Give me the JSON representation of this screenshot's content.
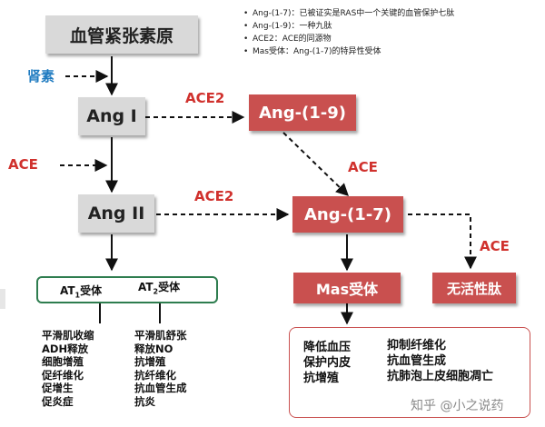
{
  "legend": [
    "Ang-(1-7)：已被证实是RAS中一个关键的血管保护七肽",
    "Ang-(1-9)：一种九肽",
    "ACE2：ACE的同源物",
    "Mas受体：Ang-(1-7)的特异性受体"
  ],
  "nodes": {
    "precursor": "血管紧张素原",
    "ang1": "Ang I",
    "ang2": "Ang II",
    "ang19": "Ang-(1-9)",
    "ang17": "Ang-(1-7)",
    "mas": "Mas受体",
    "inactive": "无活性肽"
  },
  "labels": {
    "renin": "肾素",
    "ace_left": "ACE",
    "ace2_top": "ACE2",
    "ace2_mid": "ACE2",
    "ace_mid": "ACE",
    "ace_right": "ACE"
  },
  "receptors": {
    "at1": "AT",
    "at1_sub": "1",
    "at1_suffix": "受体",
    "at2": "AT",
    "at2_sub": "2",
    "at2_suffix": "受体"
  },
  "at1_effects": [
    "平滑肌收缩",
    "ADH释放",
    "细胞增殖",
    "促纤维化",
    "促增生",
    "促炎症"
  ],
  "at2_effects": [
    "平滑肌舒张",
    "释放NO",
    "抗增殖",
    "抗纤维化",
    "抗血管生成",
    "抗炎"
  ],
  "mas_effects_left": [
    "降低血压",
    "保护内皮",
    "抗增殖"
  ],
  "mas_effects_right": [
    "抑制纤维化",
    "抗血管生成",
    "抗肺泡上皮细胞凋亡"
  ],
  "watermark": "知乎 @小之说药"
}
